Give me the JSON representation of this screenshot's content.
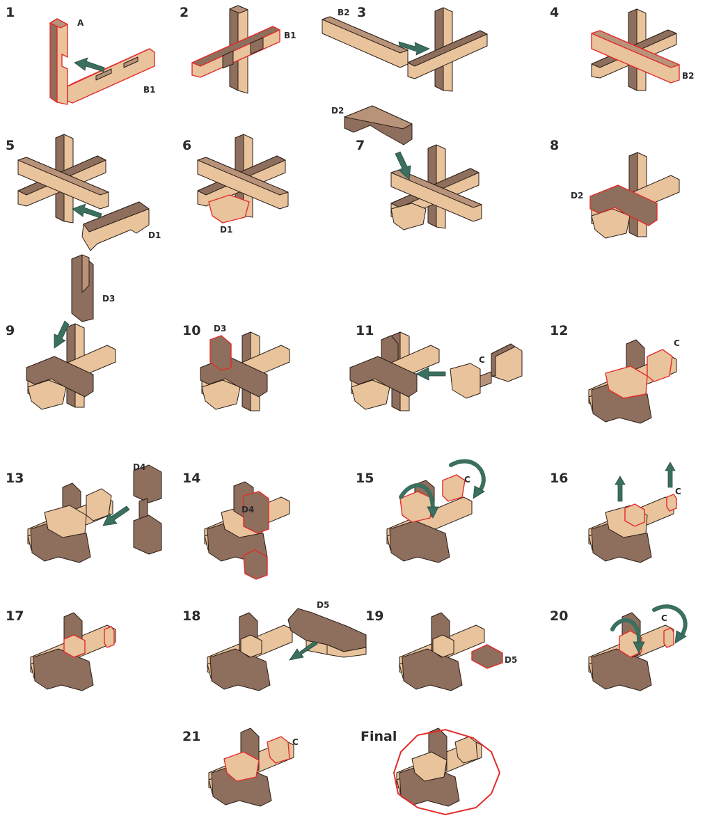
{
  "colors": {
    "light": "#e8c39b",
    "dark": "#8e6e5c",
    "mid": "#b8937a",
    "outline": "#2a1e18",
    "highlight": "#e32b2b",
    "arrow": "#3b6f5f",
    "arrow_edge": "#274c41"
  },
  "steps": [
    {
      "number": "1",
      "labels": [
        "A",
        "B1"
      ]
    },
    {
      "number": "2",
      "labels": [
        "B1"
      ]
    },
    {
      "number": "3",
      "labels": [
        "B2"
      ]
    },
    {
      "number": "4",
      "labels": [
        "B2"
      ]
    },
    {
      "number": "5",
      "labels": [
        "D1"
      ]
    },
    {
      "number": "6",
      "labels": [
        "D1"
      ]
    },
    {
      "number": "7",
      "labels": [
        "D2"
      ]
    },
    {
      "number": "8",
      "labels": [
        "D2"
      ]
    },
    {
      "number": "9",
      "labels": [
        "D3"
      ]
    },
    {
      "number": "10",
      "labels": [
        "D3"
      ]
    },
    {
      "number": "11",
      "labels": [
        "C"
      ]
    },
    {
      "number": "12",
      "labels": [
        "C"
      ]
    },
    {
      "number": "13",
      "labels": [
        "D4"
      ]
    },
    {
      "number": "14",
      "labels": [
        "D4"
      ]
    },
    {
      "number": "15",
      "labels": [
        "C"
      ]
    },
    {
      "number": "16",
      "labels": [
        "C"
      ]
    },
    {
      "number": "17",
      "labels": []
    },
    {
      "number": "18",
      "labels": [
        "D5"
      ]
    },
    {
      "number": "19",
      "labels": [
        "D5"
      ]
    },
    {
      "number": "20",
      "labels": [
        "C"
      ]
    },
    {
      "number": "21",
      "labels": [
        "C"
      ]
    },
    {
      "number": "Final",
      "labels": []
    }
  ]
}
